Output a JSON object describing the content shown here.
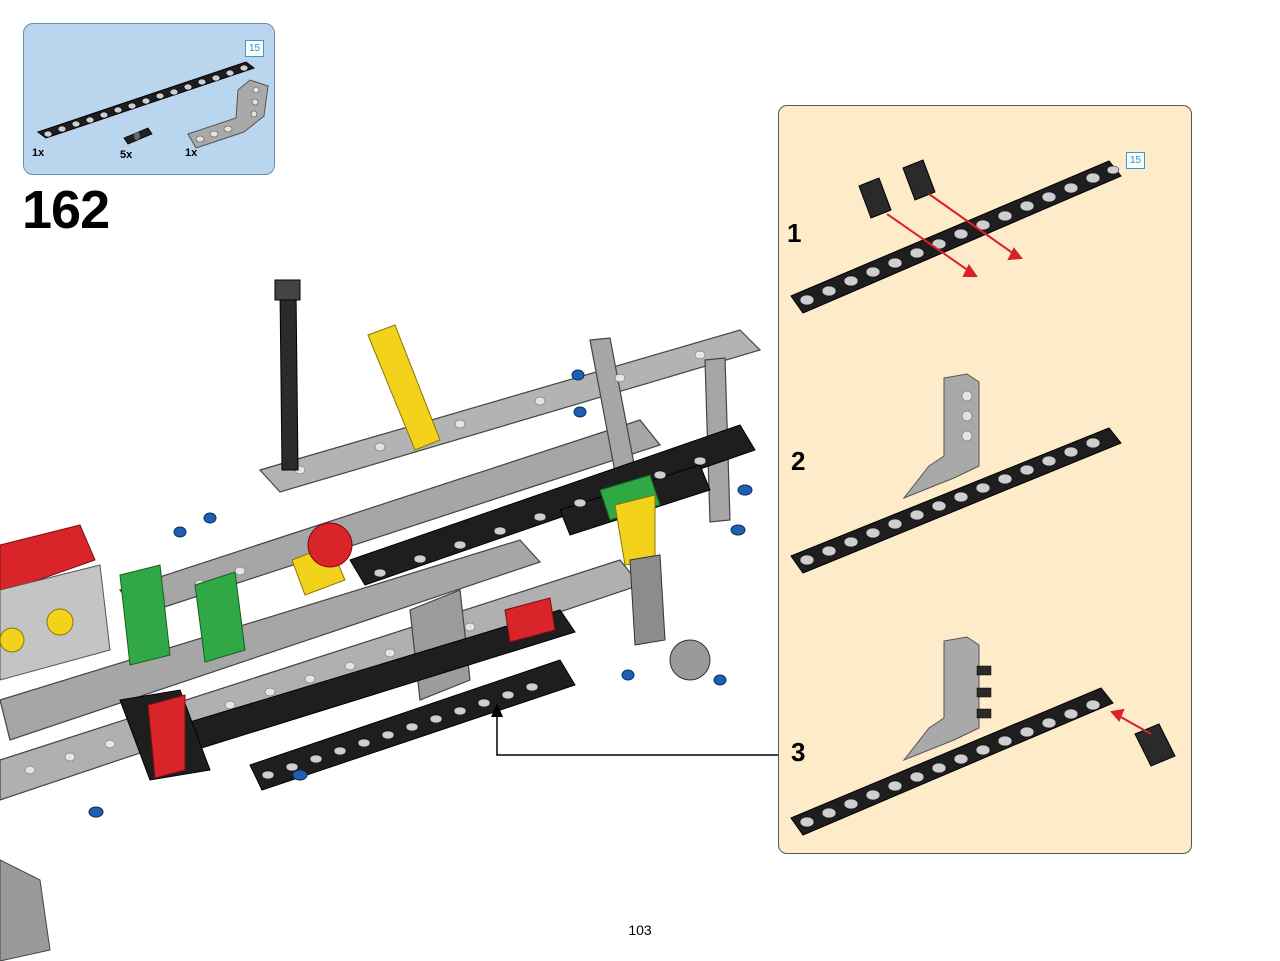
{
  "parts_list": {
    "items": [
      {
        "name": "black 15-hole beam",
        "quantity": "1x",
        "length_badge": "15",
        "color": "#1e1e1e"
      },
      {
        "name": "black pin with friction",
        "quantity": "5x",
        "color": "#1e1e1e"
      },
      {
        "name": "grey L-shaped beam",
        "quantity": "1x",
        "color": "#a9a9a9"
      }
    ]
  },
  "step": {
    "number": "162"
  },
  "sub_steps": {
    "length_badge": "15",
    "items": [
      {
        "number": "1"
      },
      {
        "number": "2"
      },
      {
        "number": "3"
      }
    ]
  },
  "page": {
    "number": "103"
  },
  "colors": {
    "callout_bg": "#b9d6ee",
    "subpanel_bg": "#fdebc9",
    "beam_black": "#1e1e1e",
    "beam_grey": "#a6a6a6",
    "pin_blue": "#1f5fb4",
    "arrow_red": "#d8232a",
    "part_red": "#d9252a",
    "part_green": "#2fa845",
    "part_yellow": "#f2d21b"
  }
}
